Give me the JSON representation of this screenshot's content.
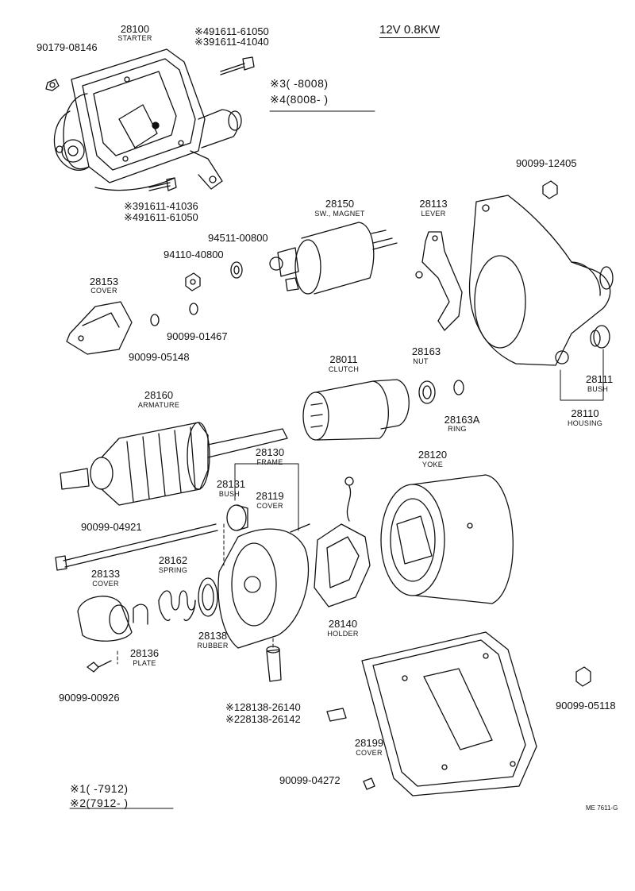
{
  "header": {
    "spec": "12V 0.8KW"
  },
  "notes_top": {
    "n3": "※3(      -8008)",
    "n4": "※4(8008-      )"
  },
  "notes_bottom": {
    "n1": "※1(      -7912)",
    "n2": "※2(7912-      )"
  },
  "drawing_id": "ME 7611-G",
  "parts": [
    {
      "id": "p28100",
      "number": "28100",
      "name": "STARTER"
    },
    {
      "id": "p90179",
      "number": "90179-08146",
      "name": ""
    },
    {
      "id": "p91611a",
      "number": "※491611-61050",
      "name": ""
    },
    {
      "id": "p91611b",
      "number": "※391611-41040",
      "name": ""
    },
    {
      "id": "p91611c",
      "number": "※391611-41036",
      "name": ""
    },
    {
      "id": "p91611d",
      "number": "※491611-61050",
      "name": ""
    },
    {
      "id": "p28150",
      "number": "28150",
      "name": "SW., MAGNET"
    },
    {
      "id": "p94511",
      "number": "94511-00800",
      "name": ""
    },
    {
      "id": "p94110",
      "number": "94110-40800",
      "name": ""
    },
    {
      "id": "p28113",
      "number": "28113",
      "name": "LEVER"
    },
    {
      "id": "p90099_12405",
      "number": "90099-12405",
      "name": ""
    },
    {
      "id": "p28153",
      "number": "28153",
      "name": "COVER"
    },
    {
      "id": "p90099_01467",
      "number": "90099-01467",
      "name": ""
    },
    {
      "id": "p90099_05148",
      "number": "90099-05148",
      "name": ""
    },
    {
      "id": "p28011",
      "number": "28011",
      "name": "CLUTCH"
    },
    {
      "id": "p28163",
      "number": "28163",
      "name": "NUT"
    },
    {
      "id": "p28163A",
      "number": "28163A",
      "name": "RING"
    },
    {
      "id": "p28111",
      "number": "28111",
      "name": "BUSH"
    },
    {
      "id": "p28110",
      "number": "28110",
      "name": "HOUSING"
    },
    {
      "id": "p28160",
      "number": "28160",
      "name": "ARMATURE"
    },
    {
      "id": "p28130",
      "number": "28130",
      "name": "FRAME"
    },
    {
      "id": "p28120",
      "number": "28120",
      "name": "YOKE"
    },
    {
      "id": "p28131",
      "number": "28131",
      "name": "BUSH"
    },
    {
      "id": "p28119",
      "number": "28119",
      "name": "COVER"
    },
    {
      "id": "p90099_04921",
      "number": "90099-04921",
      "name": ""
    },
    {
      "id": "p28133",
      "number": "28133",
      "name": "COVER"
    },
    {
      "id": "p28162",
      "number": "28162",
      "name": "SPRING"
    },
    {
      "id": "p28138",
      "number": "28138",
      "name": "RUBBER"
    },
    {
      "id": "p28136",
      "number": "28136",
      "name": "PLATE"
    },
    {
      "id": "p28140",
      "number": "28140",
      "name": "HOLDER"
    },
    {
      "id": "p90099_00926",
      "number": "90099-00926",
      "name": ""
    },
    {
      "id": "p90099_05118",
      "number": "90099-05118",
      "name": ""
    },
    {
      "id": "p28138_26140",
      "number": "※128138-26140",
      "name": ""
    },
    {
      "id": "p28138_26142",
      "number": "※228138-26142",
      "name": ""
    },
    {
      "id": "p28199",
      "number": "28199",
      "name": "COVER"
    },
    {
      "id": "p90099_04272",
      "number": "90099-04272",
      "name": ""
    }
  ]
}
